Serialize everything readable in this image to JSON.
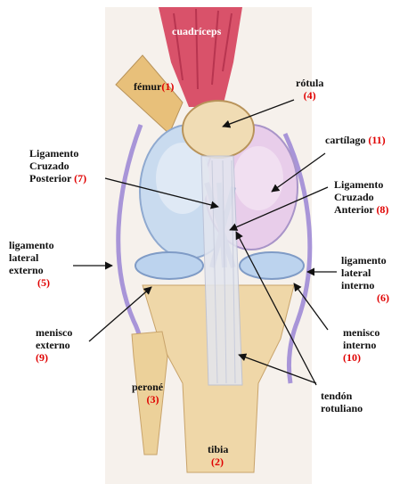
{
  "labels": {
    "cuadriceps": "cuadríceps",
    "femur": {
      "name": "fémur",
      "num": "(1)"
    },
    "rotula": {
      "name": "rótula",
      "num": "(4)"
    },
    "cartilago": {
      "name": "cartílago",
      "num": "(11)"
    },
    "lcp": {
      "line1": "Ligamento",
      "line2": "Cruzado",
      "line3": "Posterior",
      "num": "(7)"
    },
    "lca": {
      "line1": "Ligamento",
      "line2": "Cruzado",
      "line3": "Anterior",
      "num": "(8)"
    },
    "lle": {
      "line1": "ligamento",
      "line2": "lateral",
      "line3": "externo",
      "num": "(5)"
    },
    "lli": {
      "line1": "ligamento",
      "line2": "lateral",
      "line3": "interno",
      "num": "(6)"
    },
    "menisco_ext": {
      "line1": "menisco",
      "line2": "externo",
      "num": "(9)"
    },
    "menisco_int": {
      "line1": "menisco",
      "line2": "interno",
      "num": "(10)"
    },
    "perone": {
      "name": "peroné",
      "num": "(3)"
    },
    "tendon": {
      "line1": "tendón",
      "line2": "rotuliano"
    },
    "tibia": {
      "name": "tibia",
      "num": "(2)"
    }
  },
  "colors": {
    "label_number": "#e00000",
    "label_text": "#111111"
  }
}
